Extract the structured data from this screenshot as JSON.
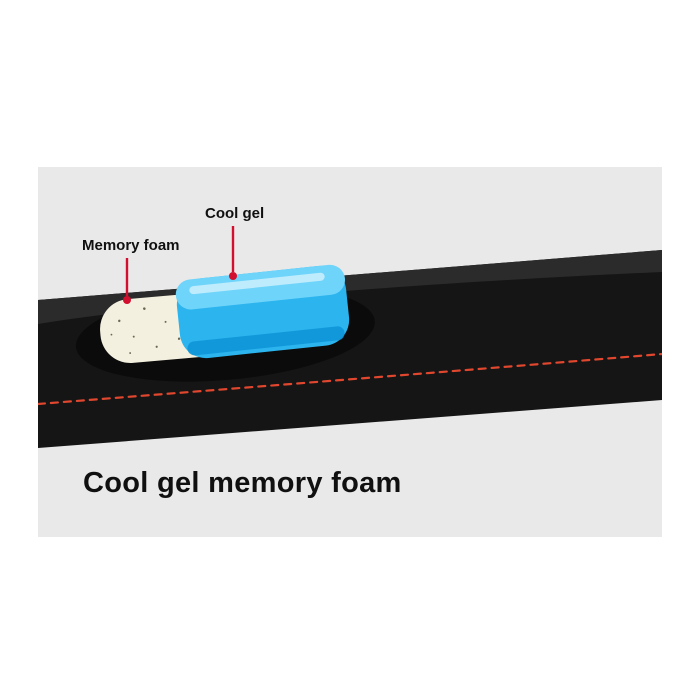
{
  "diagram": {
    "caption": "Cool gel memory foam",
    "labels": {
      "memory_foam": "Memory foam",
      "cool_gel": "Cool gel"
    }
  },
  "colors": {
    "page_bg": "#ffffff",
    "panel_bg": "#e9e9e9",
    "cushion_black": "#151515",
    "cushion_top": "#2b2b2b",
    "stitch_red": "#e0472e",
    "pointer_red": "#d20f2f",
    "label_text": "#101010",
    "caption_text": "#101010",
    "foam_cream": "#f4f0df",
    "foam_speckle": "#6b6753",
    "gel_blue": "#2cb4ef",
    "gel_blue_light": "#6fd4fa",
    "gel_blue_dark": "#0d93d6"
  }
}
